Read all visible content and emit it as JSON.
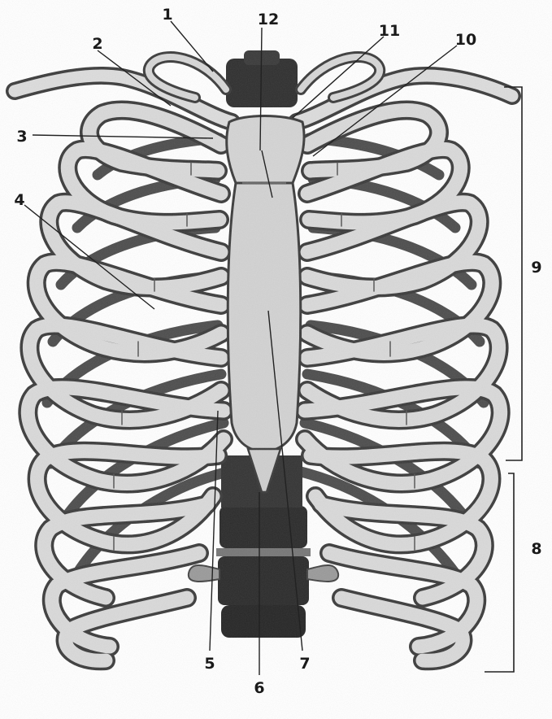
{
  "labels": {
    "l1": "1",
    "l2": "2",
    "l3": "3",
    "l4": "4",
    "l5": "5",
    "l6": "6",
    "l7": "7",
    "l8": "8",
    "l9": "9",
    "l10": "10",
    "l11": "11",
    "l12": "12"
  },
  "colors": {
    "bone": "#dcdcdc",
    "bone_edge": "#4a4a4a",
    "dark": "#2a2a2a",
    "line": "#222222"
  }
}
